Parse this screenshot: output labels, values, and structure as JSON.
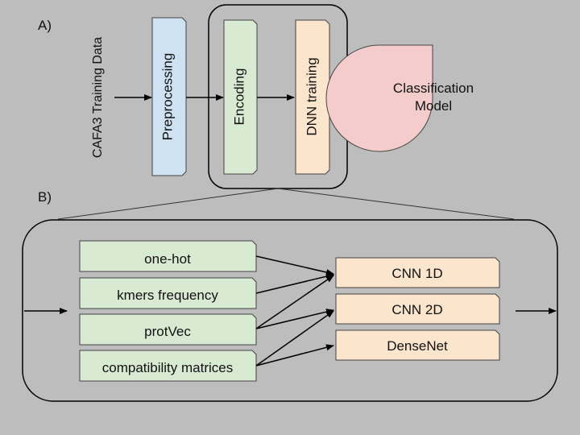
{
  "panel_a": {
    "label": "A)",
    "input_text": "CAFA3 Training Data",
    "steps": {
      "preprocessing": "Preprocessing",
      "encoding": "Encoding",
      "dnn_training": "DNN training"
    },
    "output": "Classification Model",
    "output_lines": [
      "Classification",
      "Model"
    ]
  },
  "panel_b": {
    "label": "B)",
    "encodings": [
      "one-hot",
      "kmers frequency",
      "protVec",
      "compatibility matrices"
    ],
    "models": [
      "CNN 1D",
      "CNN 2D",
      "DenseNet"
    ]
  },
  "colors": {
    "background": "#bdbdbd",
    "preprocessing_fill": "#cfe2f3",
    "encoding_fill": "#d9ead3",
    "training_fill": "#fce5cd",
    "output_fill": "#f4cccc"
  }
}
